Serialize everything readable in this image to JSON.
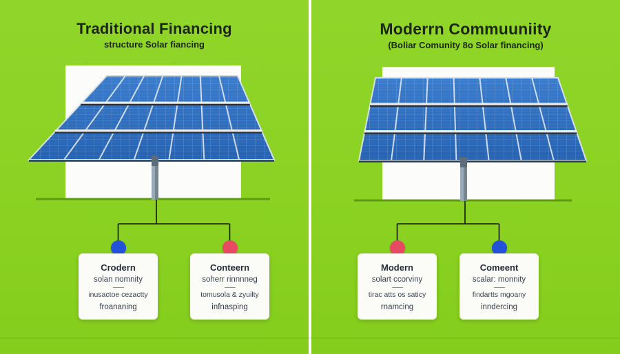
{
  "left": {
    "title": "Traditional Financing",
    "subtitle": "structure Solar fiancing",
    "cards": [
      {
        "dot_color": "#2351d8",
        "title": "Crodern",
        "line1": "solan nomnity",
        "line2": "inusactoe cezactty",
        "line3": "froananing"
      },
      {
        "dot_color": "#e84a63",
        "title": "Conteern",
        "line1": "soherr rinnnneg",
        "line2": "tomusola & zyuilty",
        "line3": "infnasping"
      }
    ]
  },
  "right": {
    "title": "Moderrn Commuuniity",
    "subtitle": "(Boliar Comunity 8o Solar financing)",
    "cards": [
      {
        "dot_color": "#e84a63",
        "title": "Modern",
        "line1": "solart ccorviny",
        "line2": "tirac atts os saticy",
        "line3": "rnamcing"
      },
      {
        "dot_color": "#2351d8",
        "title": "Comeent",
        "line1": "scalar: monnity",
        "line2": "findartts mgoany",
        "line3": "inndercing"
      }
    ]
  },
  "colors": {
    "background_green": "#8bd223",
    "divider_white": "#ffffff",
    "panel_blue": "#2e6fc0",
    "dot_blue": "#2351d8",
    "dot_red": "#e84a63",
    "card_background": "#fbfbf8",
    "title_text": "#1c270e"
  }
}
